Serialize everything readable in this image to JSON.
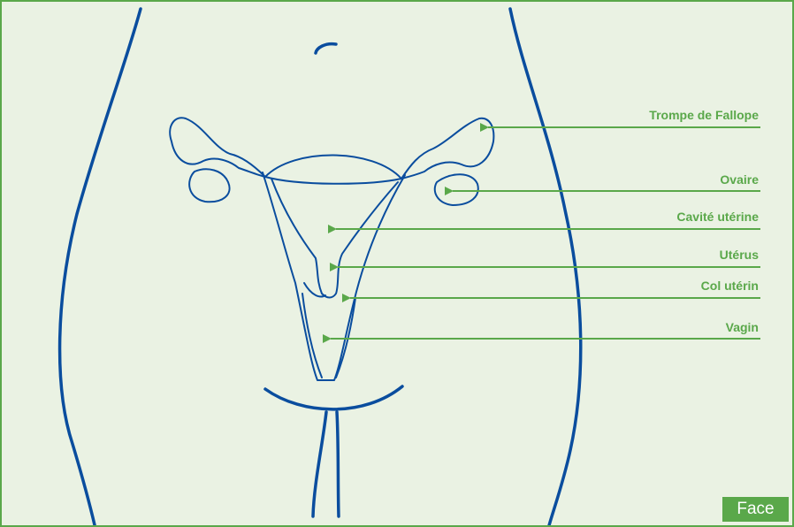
{
  "colors": {
    "outline": "#0a4d9e",
    "accent": "#5aa84a",
    "background": "#eaf2e3",
    "badge_text": "#ffffff"
  },
  "labels": {
    "fallopian_tube": "Trompe de Fallope",
    "ovary": "Ovaire",
    "uterine_cavity": "Cavité utérine",
    "uterus": "Utérus",
    "cervix": "Col utérin",
    "vagina": "Vagin"
  },
  "view_badge": "Face"
}
